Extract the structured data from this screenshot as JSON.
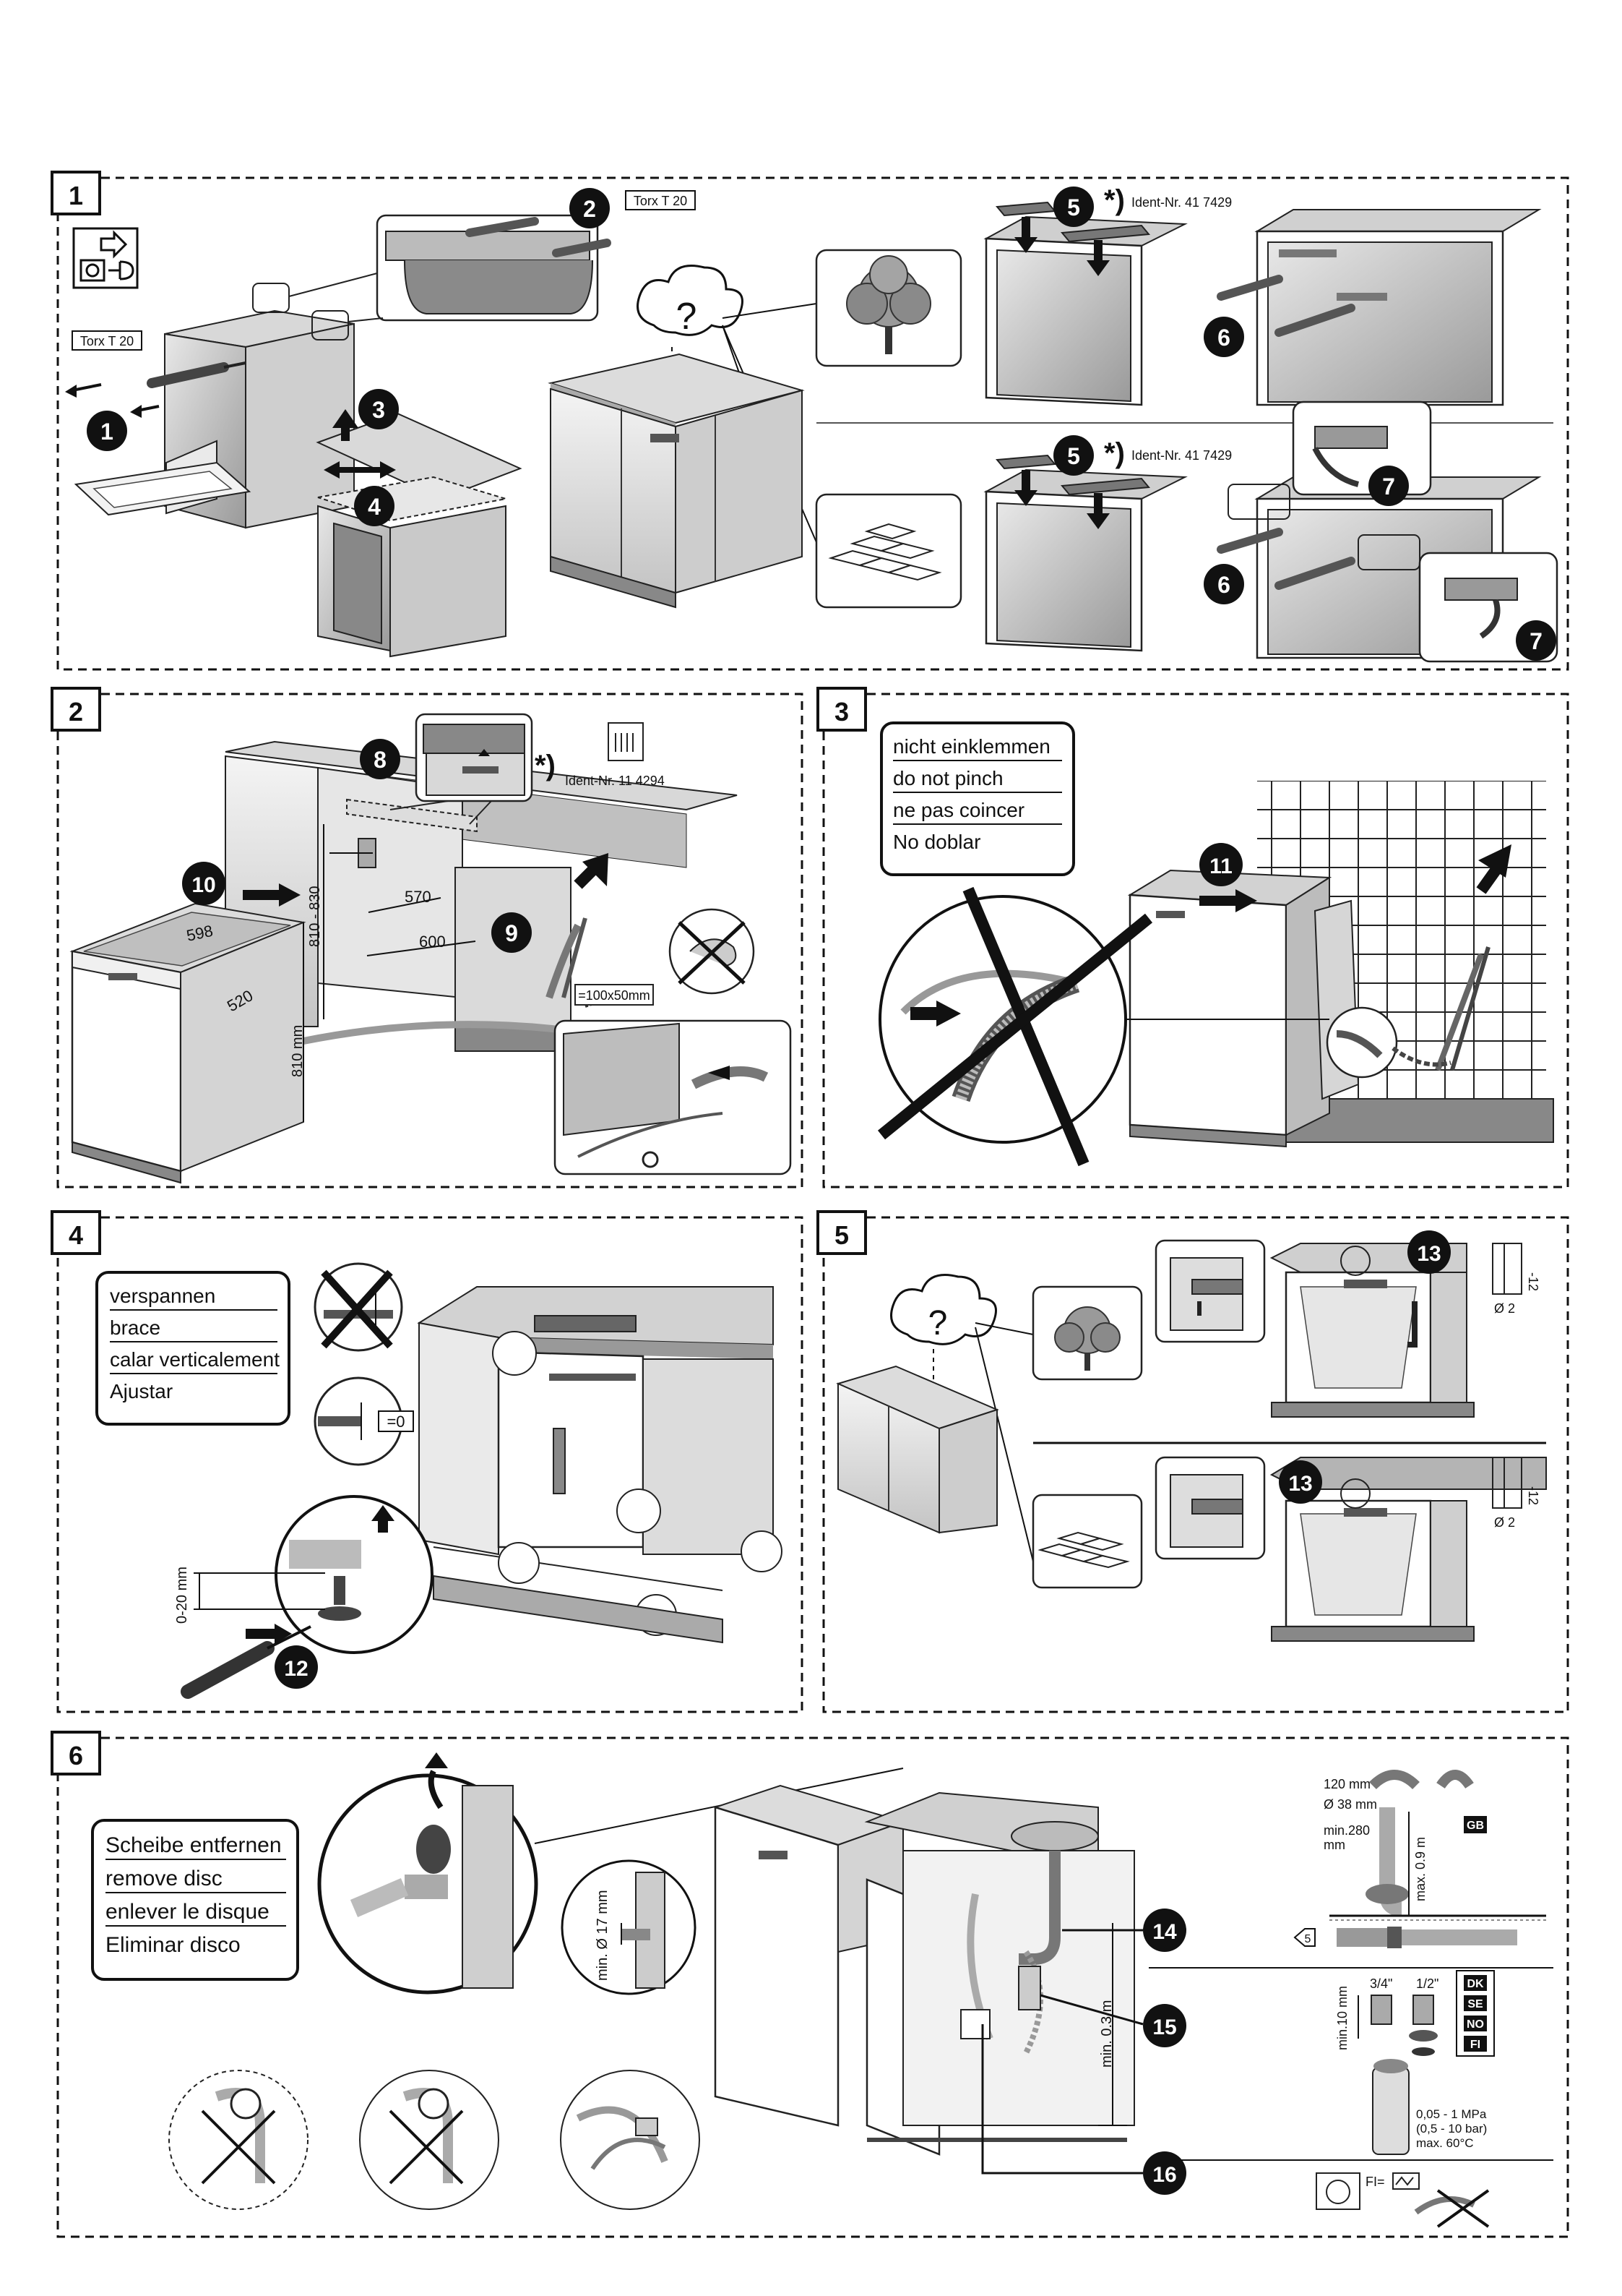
{
  "panels": [
    {
      "number": "1"
    },
    {
      "number": "2"
    },
    {
      "number": "3"
    },
    {
      "number": "4"
    },
    {
      "number": "5"
    },
    {
      "number": "6"
    }
  ],
  "step_numbers": [
    "1",
    "2",
    "3",
    "4",
    "5",
    "6",
    "7",
    "8",
    "9",
    "10",
    "11",
    "12",
    "13",
    "14",
    "15",
    "16"
  ],
  "panel1": {
    "torx_label": "Torx T 20",
    "ident_nr": "Ident-Nr. 41 7429",
    "question_mark": "?"
  },
  "panel2": {
    "ident_nr": "Ident-Nr. 11 4294",
    "dims": {
      "w598": "598",
      "d520": "520",
      "h810": "810 mm",
      "h_range": "810 - 830",
      "w570": "570",
      "w600": "600",
      "hole": "=100x50mm"
    }
  },
  "panel3": {
    "warning": [
      "nicht einklemmen",
      "do not pinch",
      "ne pas coincer",
      "No doblar"
    ]
  },
  "panel4": {
    "warning": [
      "verspannen",
      "brace",
      "calar verticalement",
      "Ajustar"
    ],
    "foot_range": "0-20 mm",
    "equals_zero": "=0"
  },
  "panel5": {
    "question_mark": "?",
    "dim_12": "-12",
    "dim_d2": "Ø 2"
  },
  "panel6": {
    "warning": [
      "Scheibe entfernen",
      "remove disc",
      "enlever le disque",
      "Eliminar disco"
    ],
    "min_d17": "min. Ø 17 mm",
    "min_03": "min. 0.3 m",
    "d120": "120 mm",
    "d38": "Ø 38 mm",
    "min280": "min.280",
    "mm": "mm",
    "max09": "max. 0.9 m",
    "gb": "GB",
    "five": "5",
    "min10": "min.10 mm",
    "inch34": "3/4\"",
    "inch12": "1/2\"",
    "countries": [
      "DK",
      "SE",
      "NO",
      "FI"
    ],
    "pressure1": "0,05 - 1 MPa",
    "pressure2": "(0,5 - 10 bar)",
    "pressure3": "max. 60°C",
    "fi": "FI="
  }
}
